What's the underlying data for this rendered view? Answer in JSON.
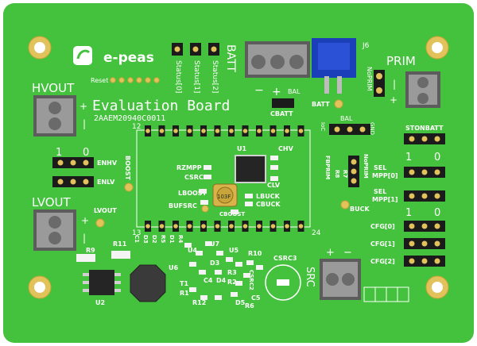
{
  "colors": {
    "pcb": "#44c13d",
    "pcb_dark": "#37a832",
    "silk": "#ffffff",
    "pad": "#e2c25a",
    "pad_ring": "#c9a43a",
    "terminal": "#9a9a9a",
    "terminal_dark": "#5c5c5c",
    "header_black": "#1b1b1b",
    "blue_switch": "#1b3fb8",
    "smd_white": "#f4f4f4",
    "ic_black": "#252525"
  },
  "logo": {
    "brand": "e-peas"
  },
  "title": {
    "main": "Evaluation Board",
    "part_number": "2AAEM20940C0011"
  },
  "labels": {
    "hvout": "HVOUT",
    "lvout": "LVOUT",
    "batt": "BATT",
    "prim": "PRIM",
    "src": "SRC",
    "reset": "Reset",
    "status0": "Status[0]",
    "status1": "Status[1]",
    "status2": "Status[2]",
    "j6": "J6",
    "noprim": "NoPRIM",
    "bal": "BAL",
    "batt_pad": "BATT",
    "cbatt": "CBATT",
    "bal2": "BAL",
    "gnd": "GND",
    "ioc": "IoC",
    "stonbatt": "STONBATT",
    "sel_mpp0_a": "SEL",
    "sel_mpp0_b": "MPP[0]",
    "sel_mpp1_a": "SEL",
    "sel_mpp1_b": "MPP[1]",
    "cfg0": "CFG[0]",
    "cfg1": "CFG[1]",
    "cfg2": "CFG[2]",
    "one_a": "1",
    "zero_a": "0",
    "one_b": "1",
    "zero_b": "0",
    "one_c": "1",
    "zero_c": "0",
    "enhv": "ENHV",
    "enlv": "ENLV",
    "boost": "BOOST",
    "lvout_tp": "LVOUT",
    "pin12": "12",
    "pin13": "13",
    "pin24": "24",
    "u1": "U1",
    "chv": "CHV",
    "rzmpp": "RZMPP",
    "csrc": "CSRC",
    "clv": "CLV",
    "lboost": "LBOOST",
    "lbuck": "LBUCK",
    "cbuck": "CBUCK",
    "bufsrc": "BUFSRC",
    "cboost": "CBOOST",
    "fbprim": "FBPRIM",
    "r8": "R8",
    "r7": "R7",
    "noprim2": "NoPRIM",
    "buck": "BUCK",
    "r11": "R11",
    "r9": "R9",
    "u2": "U2",
    "c1": "C1",
    "d3": "D3",
    "d2": "D2",
    "r5": "R5",
    "d1": "D1",
    "r4": "R4",
    "u4": "U4",
    "u7": "U7",
    "u5": "U5",
    "u6": "U6",
    "d4": "D4",
    "c4": "C4",
    "t1": "T1",
    "r1": "R1",
    "r12": "R12",
    "d5": "D5",
    "r3": "R3",
    "r2": "R2",
    "r10": "R10",
    "csrc2": "CSRC2",
    "csrc3": "CSRC3",
    "c5": "C5",
    "r6": "R6",
    "plus": "+",
    "minus": "−",
    "bar": "|",
    "inductor_code": "103F"
  }
}
